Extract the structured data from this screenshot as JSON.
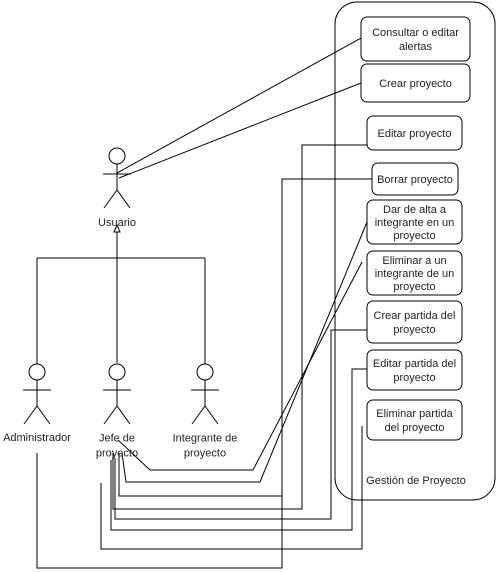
{
  "diagram": {
    "system": {
      "label": "Gestión de Proyecto"
    },
    "actors": {
      "usuario": {
        "label_lines": [
          "Usuario"
        ]
      },
      "administrador": {
        "label_lines": [
          "Administrador"
        ]
      },
      "jefe": {
        "label_lines": [
          "Jefe de",
          "proyecto"
        ]
      },
      "integrante": {
        "label_lines": [
          "Integrante de",
          "proyecto"
        ]
      }
    },
    "use_cases": [
      {
        "id": "consultar-alertas",
        "lines": [
          "Consultar o editar",
          "alertas"
        ]
      },
      {
        "id": "crear-proyecto",
        "lines": [
          "Crear proyecto"
        ]
      },
      {
        "id": "editar-proyecto",
        "lines": [
          "Editar proyecto"
        ]
      },
      {
        "id": "borrar-proyecto",
        "lines": [
          "Borrar proyecto"
        ]
      },
      {
        "id": "dar-alta-integrante",
        "lines": [
          "Dar de alta a",
          "integrante en un",
          "proyecto"
        ]
      },
      {
        "id": "eliminar-integrante",
        "lines": [
          "Eliminar a un",
          "integrante de un",
          "proyecto"
        ]
      },
      {
        "id": "crear-partida",
        "lines": [
          "Crear partida del",
          "proyecto"
        ]
      },
      {
        "id": "editar-partida",
        "lines": [
          "Editar partida del",
          "proyecto"
        ]
      },
      {
        "id": "eliminar-partida",
        "lines": [
          "Eliminar partida",
          "del proyecto"
        ]
      }
    ]
  }
}
